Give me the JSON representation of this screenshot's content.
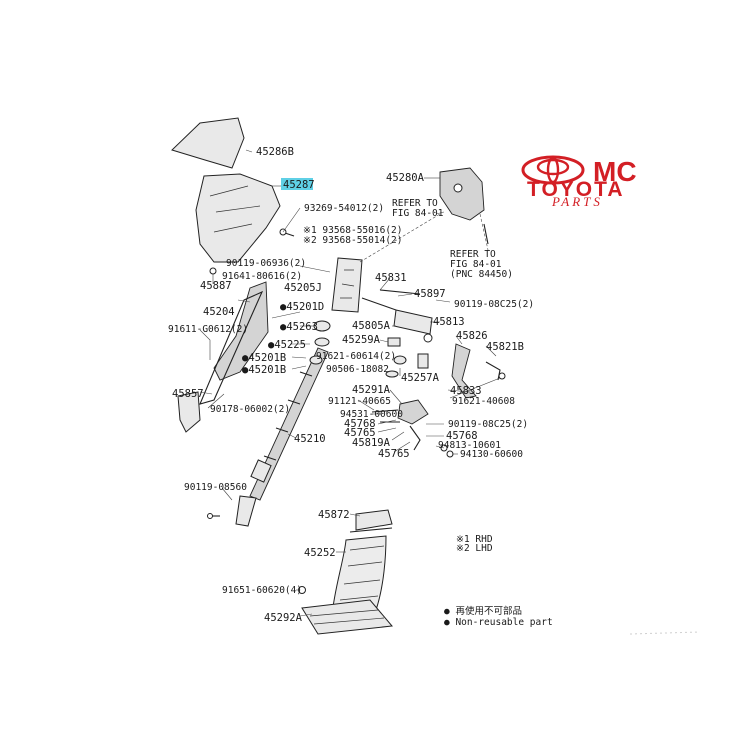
{
  "brand": {
    "line1": "MC",
    "line2": "TOYOTA",
    "line3": "PARTS",
    "color": "#d31f25"
  },
  "highlight_color": "#5fd0e6",
  "parts": {
    "p45286B": "45286B",
    "p45287": "45287",
    "p93269": "93269-54012(2)",
    "p93568a": "※1 93568-55016(2)",
    "p93568b": "※2 93568-55014(2)",
    "p45887": "45887",
    "p90119_06936": "90119-06936(2)",
    "p91641": "91641-80616(2)",
    "p45205J": "45205J",
    "p45201D": "●45201D",
    "p45204": "45204",
    "p91611": "91611-G0612(2)",
    "p45263": "●45263",
    "p45225": "●45225",
    "p45201B_a": "●45201B",
    "p45201B_b": "●45201B",
    "p91621_60614": "91621-60614(2)",
    "p90506": "90506-18082",
    "p45857": "45857",
    "p90178": "90178-06002(2)",
    "p45210": "45210",
    "p90119_08560": "90119-08560",
    "p45280A": "45280A",
    "refer1a": "REFER TO",
    "refer1b": "FIG 84-01",
    "refer2a": "REFER TO",
    "refer2b": "FIG 84-01",
    "refer2c": "(PNC 84450)",
    "p45831": "45831",
    "p45897": "45897",
    "p90119_08C25a": "90119-08C25(2)",
    "p45813": "45813",
    "p45805A": "45805A",
    "p45826": "45826",
    "p45259A": "45259A",
    "p45821B": "45821B",
    "p45257A": "45257A",
    "p45291A": "45291A",
    "p45833": "45833",
    "p91621_40608": "91621-40608",
    "p91121": "91121-40665",
    "p94531": "94531-00600",
    "p90119_08C25b": "90119-08C25(2)",
    "p45768a": "45768",
    "p45765a": "45765",
    "p45768b": "45768",
    "p45819A": "45819A",
    "p94813": "94813-10601",
    "p45765b": "45765",
    "p94130": "94130-60600",
    "p45872": "45872",
    "p45252": "45252",
    "p91651": "91651-60620(4)",
    "p45292A": "45292A"
  },
  "notes": {
    "n1": "※1 RHD",
    "n2": "※2 LHD"
  },
  "legend": {
    "jp": "● 再使用不可部品",
    "en": "● Non-reusable part"
  }
}
